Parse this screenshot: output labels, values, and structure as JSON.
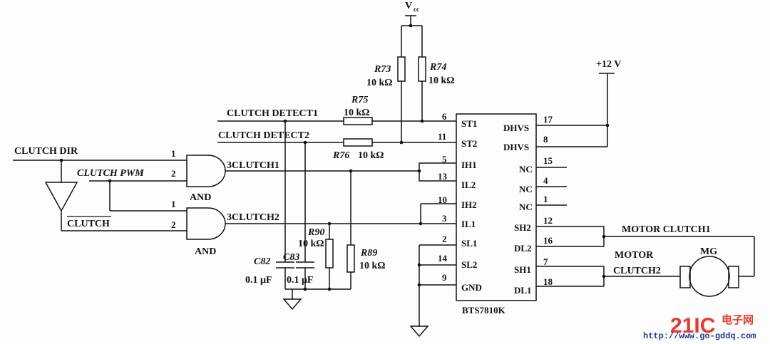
{
  "ic": {
    "name": "BTS7810K",
    "left_pins": [
      {
        "num": "6",
        "name": "ST1"
      },
      {
        "num": "11",
        "name": "ST2"
      },
      {
        "num": "5",
        "name": "IH1"
      },
      {
        "num": "13",
        "name": "IL2"
      },
      {
        "num": "10",
        "name": "IH2"
      },
      {
        "num": "3",
        "name": "IL1"
      },
      {
        "num": "2",
        "name": "SL1"
      },
      {
        "num": "14",
        "name": "SL2"
      },
      {
        "num": "9",
        "name": "GND"
      }
    ],
    "right_pins": [
      {
        "num": "17",
        "name": "DHVS"
      },
      {
        "num": "8",
        "name": "DHVS"
      },
      {
        "num": "15",
        "name": "NC"
      },
      {
        "num": "4",
        "name": "NC"
      },
      {
        "num": "1",
        "name": "NC"
      },
      {
        "num": "12",
        "name": "SH2"
      },
      {
        "num": "16",
        "name": "DL2"
      },
      {
        "num": "7",
        "name": "SH1"
      },
      {
        "num": "18",
        "name": "DL1"
      }
    ]
  },
  "resistors": [
    {
      "ref": "R73",
      "value": "10 kΩ"
    },
    {
      "ref": "R74",
      "value": "10 kΩ"
    },
    {
      "ref": "R75",
      "value": "10 kΩ"
    },
    {
      "ref": "R76",
      "value": "10 kΩ"
    },
    {
      "ref": "R90",
      "value": "10 kΩ"
    },
    {
      "ref": "R89",
      "value": "10 kΩ"
    }
  ],
  "capacitors": [
    {
      "ref": "C82",
      "value": "0.1 μF"
    },
    {
      "ref": "C83",
      "value": "0.1 μF"
    }
  ],
  "gates": [
    {
      "type": "AND",
      "pin1": "1",
      "pin2": "2",
      "out": "3CLUTCH1"
    },
    {
      "type": "AND",
      "pin1": "1",
      "pin2": "2",
      "out": "3CLUTCH2"
    }
  ],
  "signals": {
    "clutch_dir": "CLUTCH DIR",
    "clutch_pwm": "CLUTCH PWM",
    "clutch_bar": "CLUTCH",
    "detect1": "CLUTCH DETECT1",
    "detect2": "CLUTCH DETECT2",
    "motor_clutch1": "MOTOR CLUTCH1",
    "motor": "MOTOR",
    "clutch2": "CLUTCH2",
    "mg": "MG"
  },
  "supplies": {
    "vcc": "V",
    "vcc_sub": "cc",
    "plus12": "+12 V"
  },
  "watermark": {
    "logo": "21IC",
    "cn": "电子网",
    "url": "http://www.go-gddq.com"
  }
}
